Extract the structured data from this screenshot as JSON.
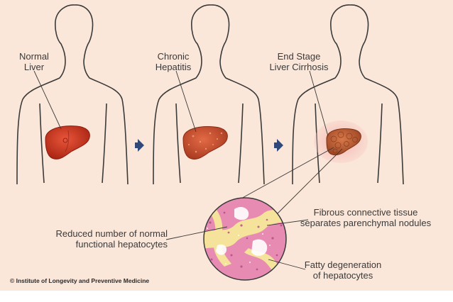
{
  "stages": [
    {
      "line1": "Normal",
      "line2": "Liver"
    },
    {
      "line1": "Chronic",
      "line2": "Hepatitis"
    },
    {
      "line1": "End Stage",
      "line2": "Liver Cirrhosis"
    }
  ],
  "callouts": {
    "reduced": {
      "line1": "Reduced number of normal",
      "line2": "functional hepatocytes"
    },
    "fibrous": {
      "line1": "Fibrous connective tissue",
      "line2": "separates parenchymal nodules"
    },
    "fatty": {
      "line1": "Fatty degeneration",
      "line2": "of hepatocytes"
    }
  },
  "credit": "© Institute of Longevity and Preventive Medicine",
  "colors": {
    "background": "#fbe7d9",
    "body_outline": "#3a3a3a",
    "arrow": "#2f4a7a",
    "liver_normal": "#c8321c",
    "liver_hepatitis": "#c84a2a",
    "liver_cirrhosis": "#b8542e",
    "tissue_pink": "#e07aa8",
    "tissue_yellow": "#f1e08a"
  },
  "icons": [
    "arrow-right-icon",
    "arrow-right-icon"
  ]
}
